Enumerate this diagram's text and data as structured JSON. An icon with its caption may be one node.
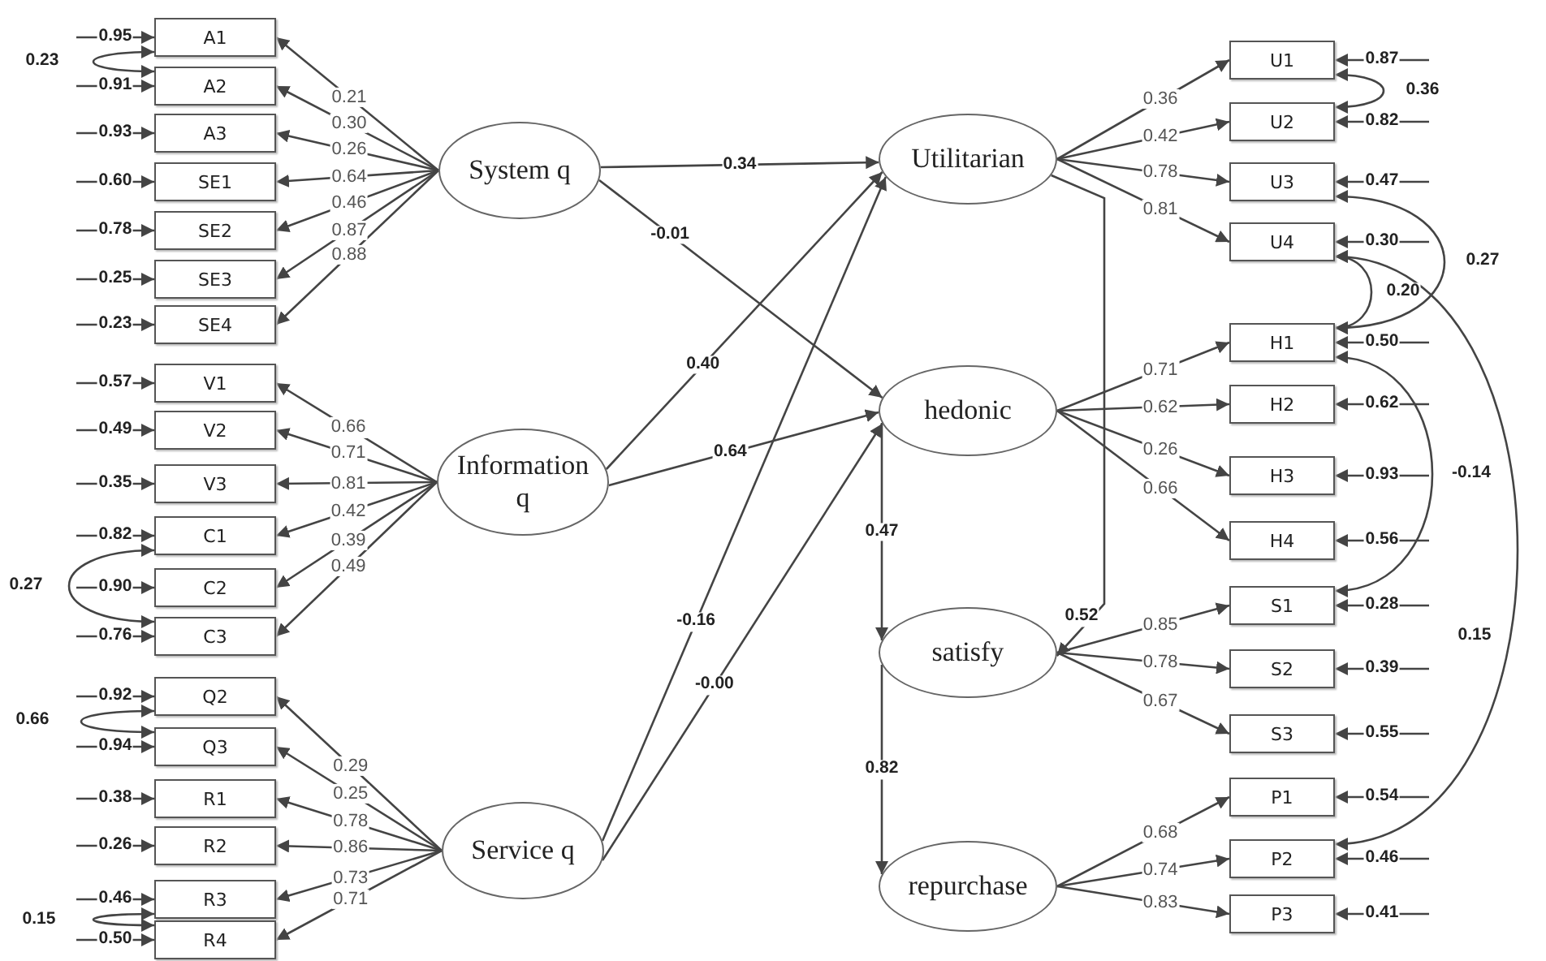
{
  "diagram": {
    "nodes": [
      {
        "text": [
          "A1"
        ]
      },
      {
        "text": [
          "A2"
        ]
      },
      {
        "text": [
          "A3"
        ]
      },
      {
        "text": [
          "SE1"
        ]
      },
      {
        "text": [
          "SE2"
        ]
      },
      {
        "text": [
          "SE3"
        ]
      },
      {
        "text": [
          "SE4"
        ]
      },
      {
        "text": [
          "V1"
        ]
      },
      {
        "text": [
          "V2"
        ]
      },
      {
        "text": [
          "V3"
        ]
      },
      {
        "text": [
          "C1"
        ]
      },
      {
        "text": [
          "C2"
        ]
      },
      {
        "text": [
          "C3"
        ]
      },
      {
        "text": [
          "Q2"
        ]
      },
      {
        "text": [
          "Q3"
        ]
      },
      {
        "text": [
          "R1"
        ]
      },
      {
        "text": [
          "R2"
        ]
      },
      {
        "text": [
          "R3"
        ]
      },
      {
        "text": [
          "R4"
        ]
      },
      {
        "text": [
          "System q"
        ]
      },
      {
        "text": [
          "Information q"
        ]
      },
      {
        "text": [
          "Service q"
        ]
      },
      {
        "text": [
          "Utilitarian"
        ]
      },
      {
        "text": [
          "hedonic"
        ]
      },
      {
        "text": [
          "satisfy"
        ]
      },
      {
        "text": [
          "repurchase"
        ]
      },
      {
        "text": [
          "U1"
        ]
      },
      {
        "text": [
          "U2"
        ]
      },
      {
        "text": [
          "U3"
        ]
      },
      {
        "text": [
          "U4"
        ]
      },
      {
        "text": [
          "H1"
        ]
      },
      {
        "text": [
          "H2"
        ]
      },
      {
        "text": [
          "H3"
        ]
      },
      {
        "text": [
          "H4"
        ]
      },
      {
        "text": [
          "S1"
        ]
      },
      {
        "text": [
          "S2"
        ]
      },
      {
        "text": [
          "S3"
        ]
      },
      {
        "text": [
          "P1"
        ]
      },
      {
        "text": [
          "P2"
        ]
      },
      {
        "text": [
          "P3"
        ]
      }
    ],
    "edges": [
      {
        "from": 19,
        "to": 0,
        "arrow": "to",
        "label": "0.21"
      },
      {
        "from": 19,
        "to": 1,
        "arrow": "to",
        "label": "0.30"
      },
      {
        "from": 19,
        "to": 2,
        "arrow": "to",
        "label": "0.26"
      },
      {
        "from": 19,
        "to": 3,
        "arrow": "to",
        "label": "0.64"
      },
      {
        "from": 19,
        "to": 4,
        "arrow": "to",
        "label": "0.46"
      },
      {
        "from": 19,
        "to": 5,
        "arrow": "to",
        "label": "0.87"
      },
      {
        "from": 19,
        "to": 6,
        "arrow": "to",
        "label": "0.88"
      },
      {
        "from": 20,
        "to": 7,
        "arrow": "to",
        "label": "0.66"
      },
      {
        "from": 20,
        "to": 8,
        "arrow": "to",
        "label": "0.71"
      },
      {
        "from": 20,
        "to": 9,
        "arrow": "to",
        "label": "0.81"
      },
      {
        "from": 20,
        "to": 10,
        "arrow": "to",
        "label": "0.42"
      },
      {
        "from": 20,
        "to": 11,
        "arrow": "to",
        "label": "0.39"
      },
      {
        "from": 20,
        "to": 12,
        "arrow": "to",
        "label": "0.49"
      },
      {
        "from": 21,
        "to": 13,
        "arrow": "to",
        "label": "0.29"
      },
      {
        "from": 21,
        "to": 14,
        "arrow": "to",
        "label": "0.25"
      },
      {
        "from": 21,
        "to": 15,
        "arrow": "to",
        "label": "0.78"
      },
      {
        "from": 21,
        "to": 16,
        "arrow": "to",
        "label": "0.86"
      },
      {
        "from": 21,
        "to": 17,
        "arrow": "to",
        "label": "0.73"
      },
      {
        "from": 21,
        "to": 18,
        "arrow": "to",
        "label": "0.71"
      },
      {
        "from": 19,
        "to": 22,
        "arrow": "to",
        "label": "0.34"
      },
      {
        "from": 19,
        "to": 23,
        "arrow": "to",
        "label": "-0.01"
      },
      {
        "from": 20,
        "to": 22,
        "arrow": "to",
        "label": "0.40"
      },
      {
        "from": 20,
        "to": 23,
        "arrow": "to",
        "label": "0.64"
      },
      {
        "from": 21,
        "to": 22,
        "arrow": "to",
        "label": "-0.16"
      },
      {
        "from": 21,
        "to": 23,
        "arrow": "to",
        "label": "-0.00"
      },
      {
        "from": 23,
        "to": 24,
        "arrow": "to",
        "label": "0.47"
      },
      {
        "from": 24,
        "to": 25,
        "arrow": "to",
        "label": "0.82"
      },
      {
        "from": 22,
        "to": 24,
        "arrow": "to",
        "label": "0.52"
      },
      {
        "from": 22,
        "to": 26,
        "arrow": "to",
        "label": "0.36"
      },
      {
        "from": 22,
        "to": 27,
        "arrow": "to",
        "label": "0.42"
      },
      {
        "from": 22,
        "to": 28,
        "arrow": "to",
        "label": "0.78"
      },
      {
        "from": 22,
        "to": 29,
        "arrow": "to",
        "label": "0.81"
      },
      {
        "from": 23,
        "to": 30,
        "arrow": "to",
        "label": "0.71"
      },
      {
        "from": 23,
        "to": 31,
        "arrow": "to",
        "label": "0.62"
      },
      {
        "from": 23,
        "to": 32,
        "arrow": "to",
        "label": "0.26"
      },
      {
        "from": 23,
        "to": 33,
        "arrow": "to",
        "label": "0.66"
      },
      {
        "from": 24,
        "to": 34,
        "arrow": "to",
        "label": "0.85"
      },
      {
        "from": 24,
        "to": 35,
        "arrow": "to",
        "label": "0.78"
      },
      {
        "from": 24,
        "to": 36,
        "arrow": "to",
        "label": "0.67"
      },
      {
        "from": 25,
        "to": 37,
        "arrow": "to",
        "label": "0.68"
      },
      {
        "from": 25,
        "to": 38,
        "arrow": "to",
        "label": "0.74"
      },
      {
        "from": 25,
        "to": 39,
        "arrow": "to",
        "label": "0.83"
      },
      {
        "from": null,
        "to": 0,
        "arrow": "to",
        "label": "0.95"
      },
      {
        "from": null,
        "to": 1,
        "arrow": "to",
        "label": "0.91"
      },
      {
        "from": null,
        "to": 2,
        "arrow": "to",
        "label": "0.93"
      },
      {
        "from": null,
        "to": 3,
        "arrow": "to",
        "label": "0.60"
      },
      {
        "from": null,
        "to": 4,
        "arrow": "to",
        "label": "0.78"
      },
      {
        "from": null,
        "to": 5,
        "arrow": "to",
        "label": "0.25"
      },
      {
        "from": null,
        "to": 6,
        "arrow": "to",
        "label": "0.23"
      },
      {
        "from": null,
        "to": 7,
        "arrow": "to",
        "label": "0.57"
      },
      {
        "from": null,
        "to": 8,
        "arrow": "to",
        "label": "0.49"
      },
      {
        "from": null,
        "to": 9,
        "arrow": "to",
        "label": "0.35"
      },
      {
        "from": null,
        "to": 10,
        "arrow": "to",
        "label": "0.82"
      },
      {
        "from": null,
        "to": 11,
        "arrow": "to",
        "label": "0.90"
      },
      {
        "from": null,
        "to": 12,
        "arrow": "to",
        "label": "0.76"
      },
      {
        "from": null,
        "to": 13,
        "arrow": "to",
        "label": "0.92"
      },
      {
        "from": null,
        "to": 14,
        "arrow": "to",
        "label": "0.94"
      },
      {
        "from": null,
        "to": 15,
        "arrow": "to",
        "label": "0.38"
      },
      {
        "from": null,
        "to": 16,
        "arrow": "to",
        "label": "0.26"
      },
      {
        "from": null,
        "to": 17,
        "arrow": "to",
        "label": "0.46"
      },
      {
        "from": null,
        "to": 18,
        "arrow": "to",
        "label": "0.50"
      },
      {
        "from": null,
        "to": 26,
        "arrow": "to",
        "label": "0.87"
      },
      {
        "from": null,
        "to": 27,
        "arrow": "to",
        "label": "0.82"
      },
      {
        "from": null,
        "to": 28,
        "arrow": "to",
        "label": "0.47"
      },
      {
        "from": null,
        "to": 29,
        "arrow": "to",
        "label": "0.30"
      },
      {
        "from": null,
        "to": 30,
        "arrow": "to",
        "label": "0.50"
      },
      {
        "from": null,
        "to": 31,
        "arrow": "to",
        "label": "0.62"
      },
      {
        "from": null,
        "to": 32,
        "arrow": "to",
        "label": "0.93"
      },
      {
        "from": null,
        "to": 33,
        "arrow": "to",
        "label": "0.56"
      },
      {
        "from": null,
        "to": 34,
        "arrow": "to",
        "label": "0.28"
      },
      {
        "from": null,
        "to": 35,
        "arrow": "to",
        "label": "0.39"
      },
      {
        "from": null,
        "to": 36,
        "arrow": "to",
        "label": "0.55"
      },
      {
        "from": null,
        "to": 37,
        "arrow": "to",
        "label": "0.54"
      },
      {
        "from": null,
        "to": 38,
        "arrow": "to",
        "label": "0.46"
      },
      {
        "from": null,
        "to": 39,
        "arrow": "to",
        "label": "0.41"
      },
      {
        "from": 0,
        "to": 1,
        "arrow": "both",
        "label": "0.23"
      },
      {
        "from": 10,
        "to": 12,
        "arrow": "both",
        "label": "0.27"
      },
      {
        "from": 13,
        "to": 14,
        "arrow": "both",
        "label": "0.66"
      },
      {
        "from": 17,
        "to": 18,
        "arrow": "both",
        "label": "0.15"
      },
      {
        "from": 26,
        "to": 27,
        "arrow": "both",
        "label": "0.36"
      },
      {
        "from": 28,
        "to": 30,
        "arrow": "both",
        "label": "0.27"
      },
      {
        "from": 29,
        "to": 30,
        "arrow": "both",
        "label": "0.20"
      },
      {
        "from": 30,
        "to": 34,
        "arrow": "both",
        "label": "-0.14"
      },
      {
        "from": 29,
        "to": 38,
        "arrow": "both",
        "label": "0.15"
      }
    ]
  }
}
